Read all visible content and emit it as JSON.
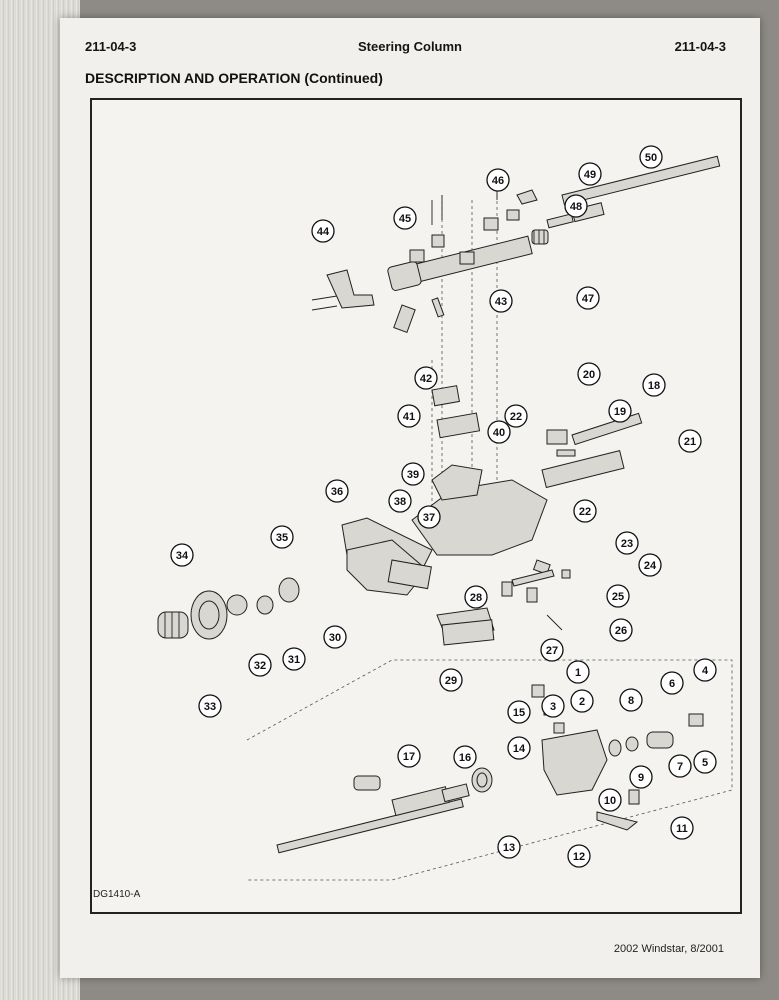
{
  "header": {
    "left": "211-04-3",
    "center": "Steering Column",
    "right": "211-04-3"
  },
  "section_title": "DESCRIPTION AND OPERATION (Continued)",
  "figure": {
    "id": "DG1410-A",
    "callouts": [
      "1",
      "2",
      "3",
      "4",
      "5",
      "6",
      "7",
      "8",
      "9",
      "10",
      "11",
      "12",
      "13",
      "14",
      "15",
      "16",
      "17",
      "18",
      "19",
      "20",
      "21",
      "22",
      "22",
      "23",
      "24",
      "25",
      "26",
      "27",
      "28",
      "29",
      "30",
      "31",
      "32",
      "33",
      "34",
      "35",
      "36",
      "37",
      "38",
      "39",
      "40",
      "41",
      "42",
      "43",
      "44",
      "45",
      "46",
      "47",
      "48",
      "49",
      "50"
    ]
  },
  "footer": "2002 Windstar, 8/2001"
}
